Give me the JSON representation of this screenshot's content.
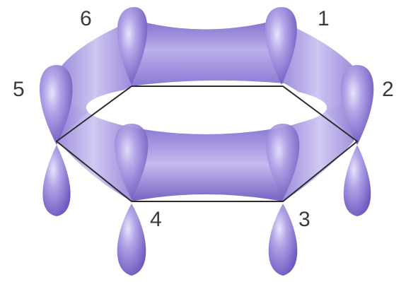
{
  "diagram": {
    "atom_labels": [
      "1",
      "2",
      "3",
      "4",
      "5",
      "6"
    ],
    "colors": {
      "lobe_light": "#d6cdf3",
      "lobe_mid": "#9a88db",
      "lobe_dark": "#6f59bf",
      "bond_line": "#2b2b2b",
      "label": "#3a3a3a"
    }
  }
}
